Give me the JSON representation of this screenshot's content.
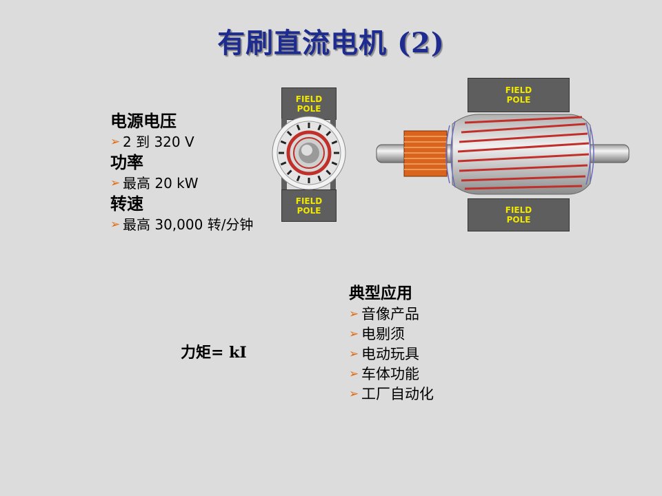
{
  "title": "有刷直流电机 (2)",
  "specs": [
    {
      "heading": "电源电压",
      "value": "2 到 320 V"
    },
    {
      "heading": "功率",
      "value": "最高 20 kW"
    },
    {
      "heading": "转速",
      "value": "最高 30,000 转/分钟"
    }
  ],
  "torque": "力矩= kI",
  "applications": {
    "heading": "典型应用",
    "items": [
      "音像产品",
      "电剔须",
      "电动玩具",
      "车体功能",
      "工厂自动化"
    ]
  },
  "diagram": {
    "pole_label_line1": "FIELD",
    "pole_label_line2": "POLE"
  },
  "colors": {
    "title": "#1e2b8f",
    "bullet": "#e06a10",
    "pole_text": "#f0e800",
    "winding": "#c0302a"
  }
}
